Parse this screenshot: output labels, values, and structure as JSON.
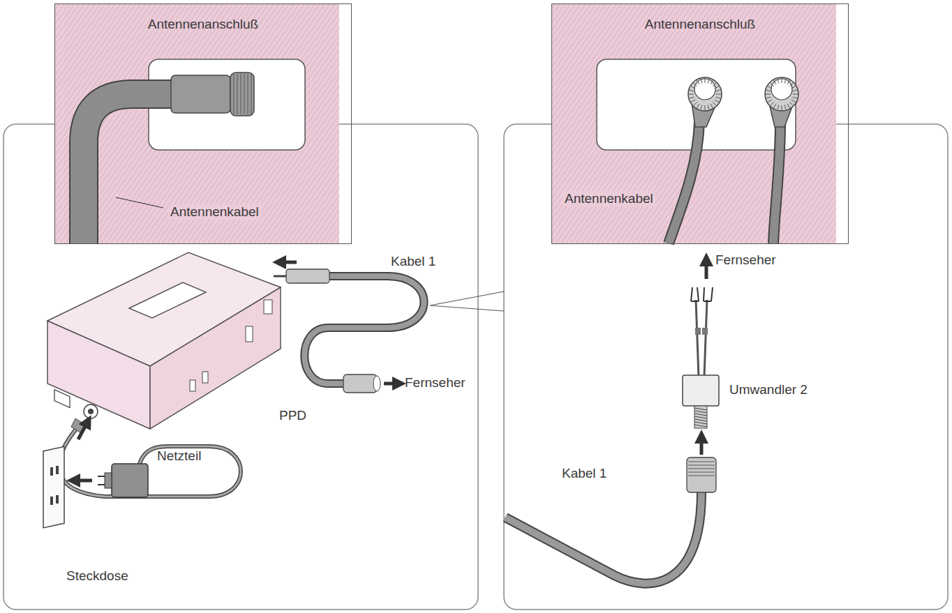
{
  "diagram": {
    "nodes": [
      {
        "text": [
          "Antennenanschluß",
          "Antennenkabel"
        ]
      },
      {
        "text": [
          "Antennenanschluß",
          "Antennenkabel"
        ]
      }
    ],
    "labels": [
      "Kabel 1",
      "Fernseher",
      "PPD",
      "Netzteil",
      "Steckdose",
      "Fernseher",
      "Umwandler 2",
      "Kabel 1"
    ]
  }
}
